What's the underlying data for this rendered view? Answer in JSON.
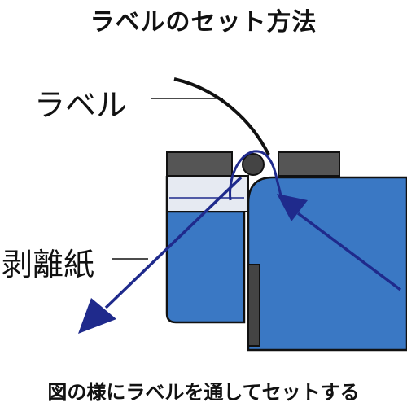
{
  "title": "ラベルのセット方法",
  "labels": {
    "label": "ラベル",
    "release_paper": "剥離紙"
  },
  "caption": "図の様にラベルを通してセットする",
  "colors": {
    "black": "#111111",
    "bar_gray": "#555555",
    "light_blue": "#3a78c4",
    "dark_blue_path": "#1f2a8c",
    "body_blue": "#3a78c4",
    "light_panel": "#e6eaf2"
  }
}
